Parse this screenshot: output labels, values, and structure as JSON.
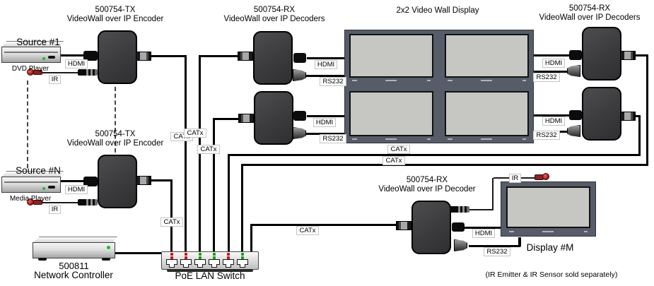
{
  "diagram": {
    "headers": {
      "encoder1": {
        "model": "500754-TX",
        "name": "VideoWall over IP Encoder"
      },
      "encoder2": {
        "model": "500754-TX",
        "name": "VideoWall over IP Encoder"
      },
      "mid_decoders": {
        "model": "500754-RX",
        "name": "VideoWall over IP Decoders"
      },
      "right_decoders": {
        "model": "500754-RX",
        "name": "VideoWall over IP Decoders"
      },
      "bottom_decoder": {
        "model": "500754-RX",
        "name": "VideoWall over IP Decoder"
      },
      "video_wall": "2x2 Video Wall Display"
    },
    "sources": {
      "source1": {
        "label": "Source #1",
        "device": "DVD Player"
      },
      "sourceN": {
        "label": "Source #N",
        "device": "Media Player"
      }
    },
    "controller": {
      "model": "500811",
      "name": "Network Controller"
    },
    "lan_switch": {
      "name": "PoE LAN Switch",
      "port_leds": [
        [
          "red",
          "red"
        ],
        [
          "red",
          "red"
        ],
        [
          "green",
          "green"
        ],
        [
          "green",
          "green"
        ],
        [
          "red",
          "red"
        ],
        [
          "green",
          "green"
        ]
      ]
    },
    "display_m": {
      "label": "Display #M"
    },
    "cables": {
      "hdmi": "HDMI",
      "rs232": "RS232",
      "catx": "CATx",
      "ir": "IR"
    },
    "footnote": "(IR Emitter & IR Sensor sold separately)"
  }
}
